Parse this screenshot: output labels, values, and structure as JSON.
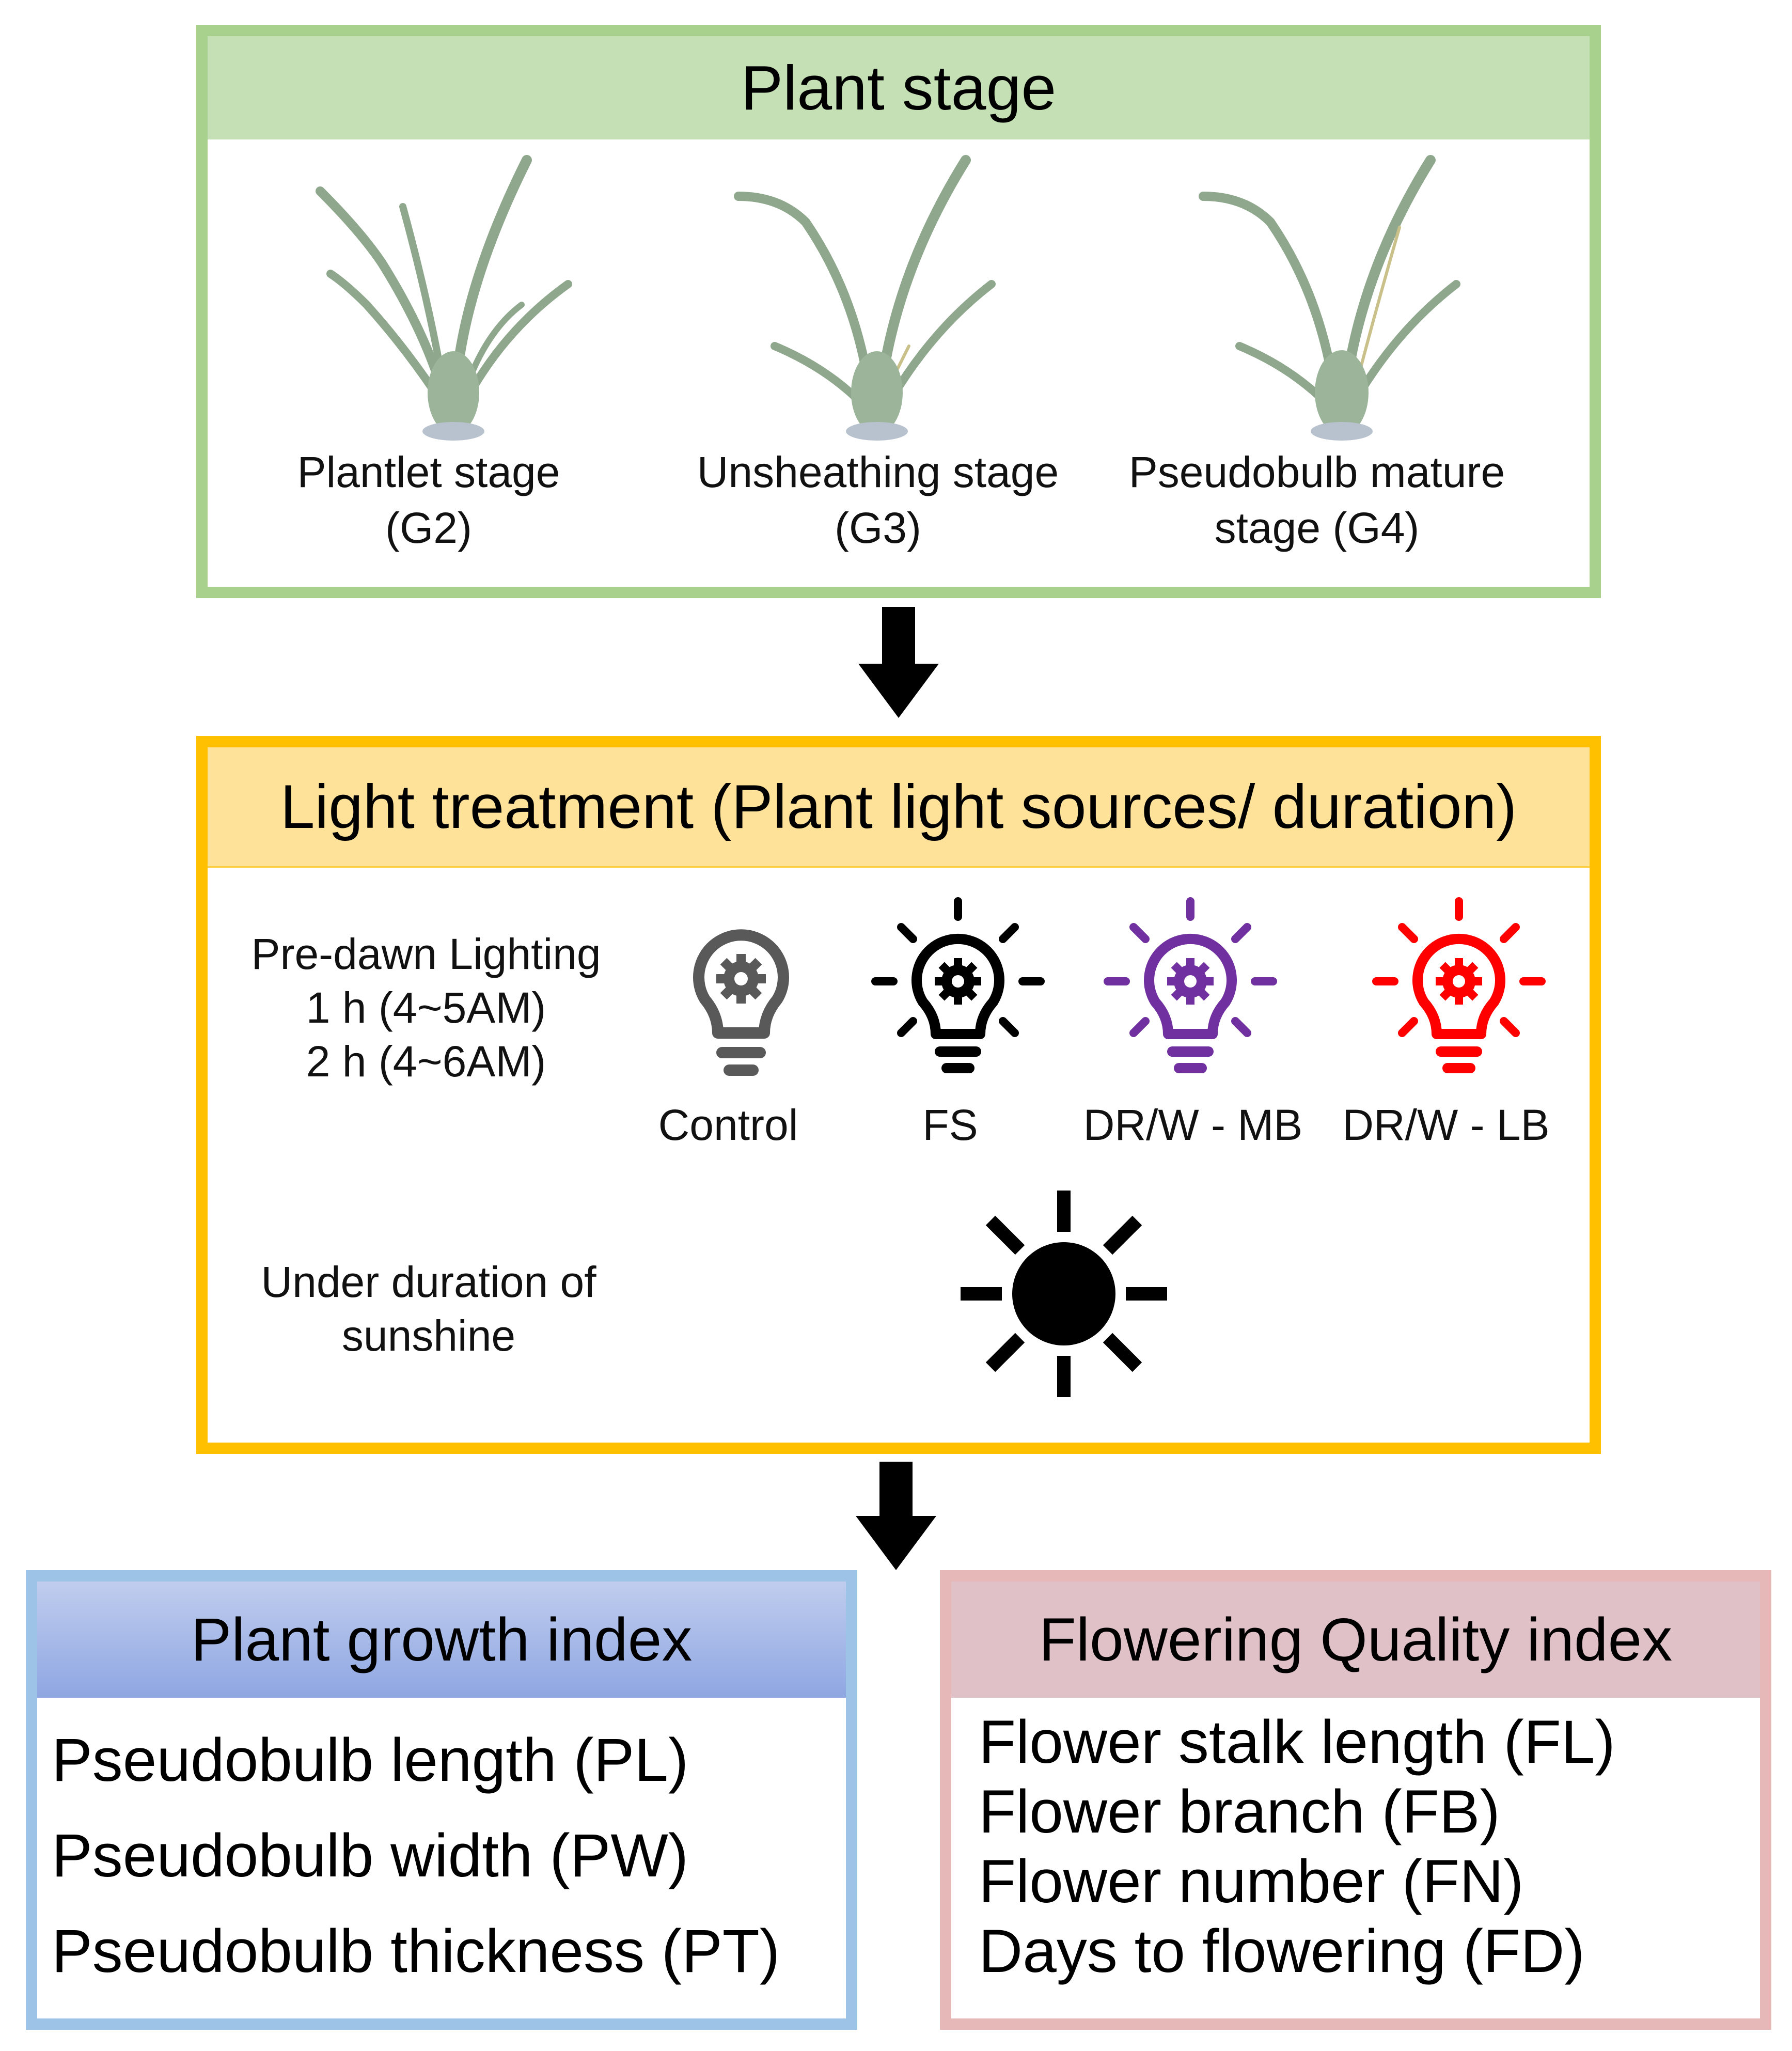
{
  "plant_stage": {
    "title": "Plant stage",
    "stages": [
      {
        "line1": "Plantlet stage",
        "line2": "(G2)"
      },
      {
        "line1": "Unsheathing stage",
        "line2": "(G3)"
      },
      {
        "line1": "Pseudobulb mature",
        "line2": "stage (G4)"
      }
    ]
  },
  "light_treatment": {
    "title": "Light treatment (Plant light sources/ duration)",
    "predawn": {
      "line1": "Pre-dawn Lighting",
      "line2": "1 h (4~5AM)",
      "line3": "2 h (4~6AM)"
    },
    "sources": [
      {
        "label": "Control",
        "icon": "lightbulb-icon",
        "color": "#595959"
      },
      {
        "label": "FS",
        "icon": "lightbulb-glowing-icon",
        "color": "#000000"
      },
      {
        "label": "DR/W - MB",
        "icon": "lightbulb-glowing-icon",
        "color": "#7030a0"
      },
      {
        "label": "DR/W - LB",
        "icon": "lightbulb-glowing-icon",
        "color": "#ff0000"
      }
    ],
    "sunshine": {
      "line1": "Under duration of",
      "line2": "sunshine",
      "icon": "sun-icon"
    }
  },
  "growth_index": {
    "title": "Plant growth index",
    "items": [
      "Pseudobulb length (PL)",
      "Pseudobulb width (PW)",
      "Pseudobulb thickness (PT)"
    ]
  },
  "flowering_index": {
    "title": "Flowering Quality index",
    "items": [
      "Flower stalk length (FL)",
      "Flower branch (FB)",
      "Flower number (FN)",
      "Days to flowering (FD)"
    ]
  },
  "colors": {
    "stage_border": "#a9d18e",
    "light_border": "#ffc000",
    "growth_border": "#9dc3e6",
    "flower_border": "#e6b9b8"
  }
}
